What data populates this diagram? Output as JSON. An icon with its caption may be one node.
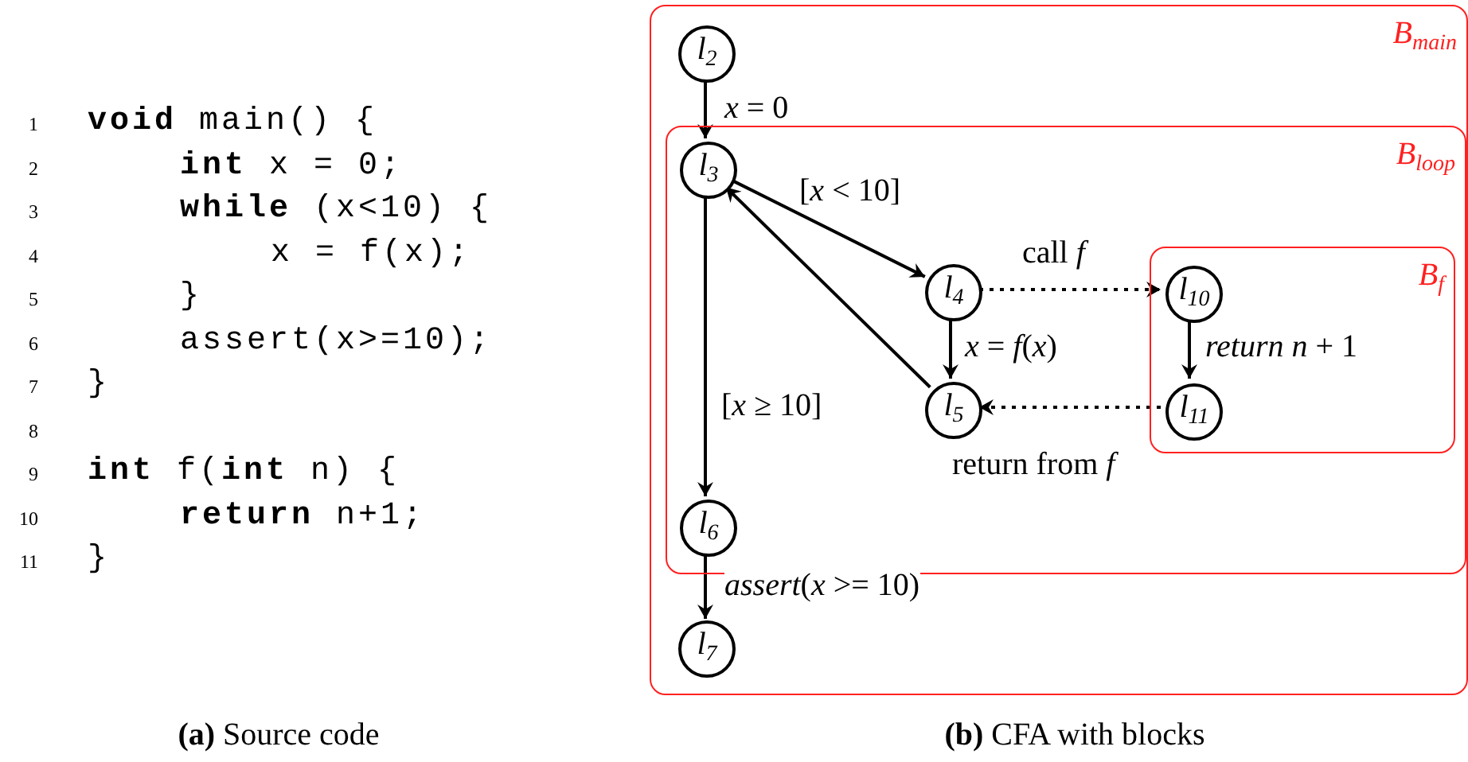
{
  "diagram": {
    "nodes": [
      {
        "text": [
          "B$_{main}$"
        ]
      },
      {
        "text": [
          "B$_{loop}$"
        ],
        "in": 0
      },
      {
        "text": [
          "B$_{f}$"
        ],
        "in": 1
      },
      {
        "text": [
          "l$_{2}$"
        ],
        "in": 0
      },
      {
        "text": [
          "l$_{3}$"
        ],
        "in": 1
      },
      {
        "text": [
          "l$_{4}$"
        ],
        "in": 1
      },
      {
        "text": [
          "l$_{5}$"
        ],
        "in": 1
      },
      {
        "text": [
          "l$_{6}$"
        ],
        "in": 1
      },
      {
        "text": [
          "l$_{7}$"
        ],
        "in": 0
      },
      {
        "text": [
          "l$_{10}$"
        ],
        "in": 2
      },
      {
        "text": [
          "l$_{11}$"
        ],
        "in": 2
      }
    ],
    "edges": [
      {
        "from": 3,
        "to": 4,
        "arrow": "to",
        "label": "*x* = 0"
      },
      {
        "from": 4,
        "to": 5,
        "arrow": "to",
        "label": "[*x* < 10]"
      },
      {
        "from": 5,
        "to": 6,
        "arrow": "to",
        "label": "*x* = *f*(*x*)"
      },
      {
        "from": 6,
        "to": 4,
        "arrow": "to"
      },
      {
        "from": 4,
        "to": 7,
        "arrow": "to",
        "label": "[*x* ≥ 10]"
      },
      {
        "from": 7,
        "to": 8,
        "arrow": "to",
        "label": "*assert*(*x* >= 10)"
      },
      {
        "from": 5,
        "to": 9,
        "arrow": "to",
        "label": "call *f*",
        "style": "dashed"
      },
      {
        "from": 9,
        "to": 10,
        "arrow": "to",
        "label": "*return n* + 1"
      },
      {
        "from": 10,
        "to": 6,
        "arrow": "to",
        "label": "return from *f*",
        "style": "dashed"
      }
    ],
    "labels": [
      "1",
      "**void** main() {",
      "2",
      "**int** x = 0;",
      "3",
      "**while** (x<10) {",
      "4",
      "x = f(x);",
      "5",
      "}",
      "6",
      "assert(x>=10);",
      "7",
      "}",
      "8",
      "9",
      "**int** f(**int** n) {",
      "10",
      "**return** n+1;",
      "11",
      "}",
      "**(a)** Source code",
      "**(b)** CFA with blocks"
    ]
  }
}
